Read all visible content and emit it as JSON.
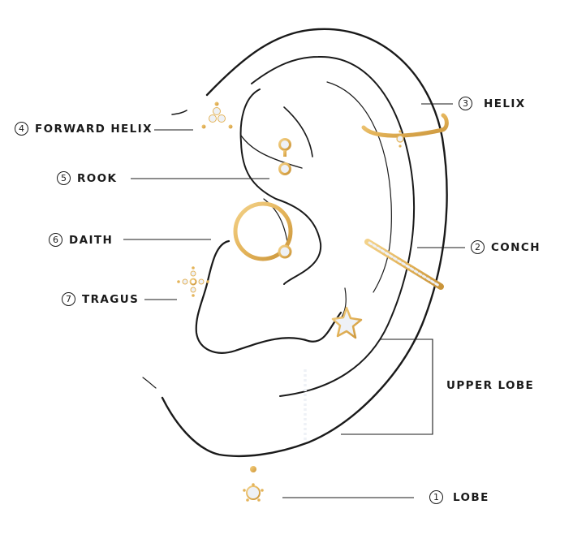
{
  "diagram": {
    "type": "ear-piercing-chart",
    "colors": {
      "line": "#1a1a1a",
      "gold": "#e8b85a",
      "gold_dark": "#c9943a",
      "stone": "#eef1f6"
    },
    "labels": [
      {
        "id": "forward-helix",
        "number": "4",
        "text": "FORWARD HELIX"
      },
      {
        "id": "rook",
        "number": "5",
        "text": "ROOK"
      },
      {
        "id": "daith",
        "number": "6",
        "text": "DAITH"
      },
      {
        "id": "tragus",
        "number": "7",
        "text": "TRAGUS"
      },
      {
        "id": "helix",
        "number": "3",
        "text": "HELIX"
      },
      {
        "id": "conch",
        "number": "2",
        "text": "CONCH"
      },
      {
        "id": "upper-lobe",
        "number": "",
        "text": "UPPER LOBE"
      },
      {
        "id": "lobe",
        "number": "1",
        "text": "LOBE"
      }
    ]
  }
}
